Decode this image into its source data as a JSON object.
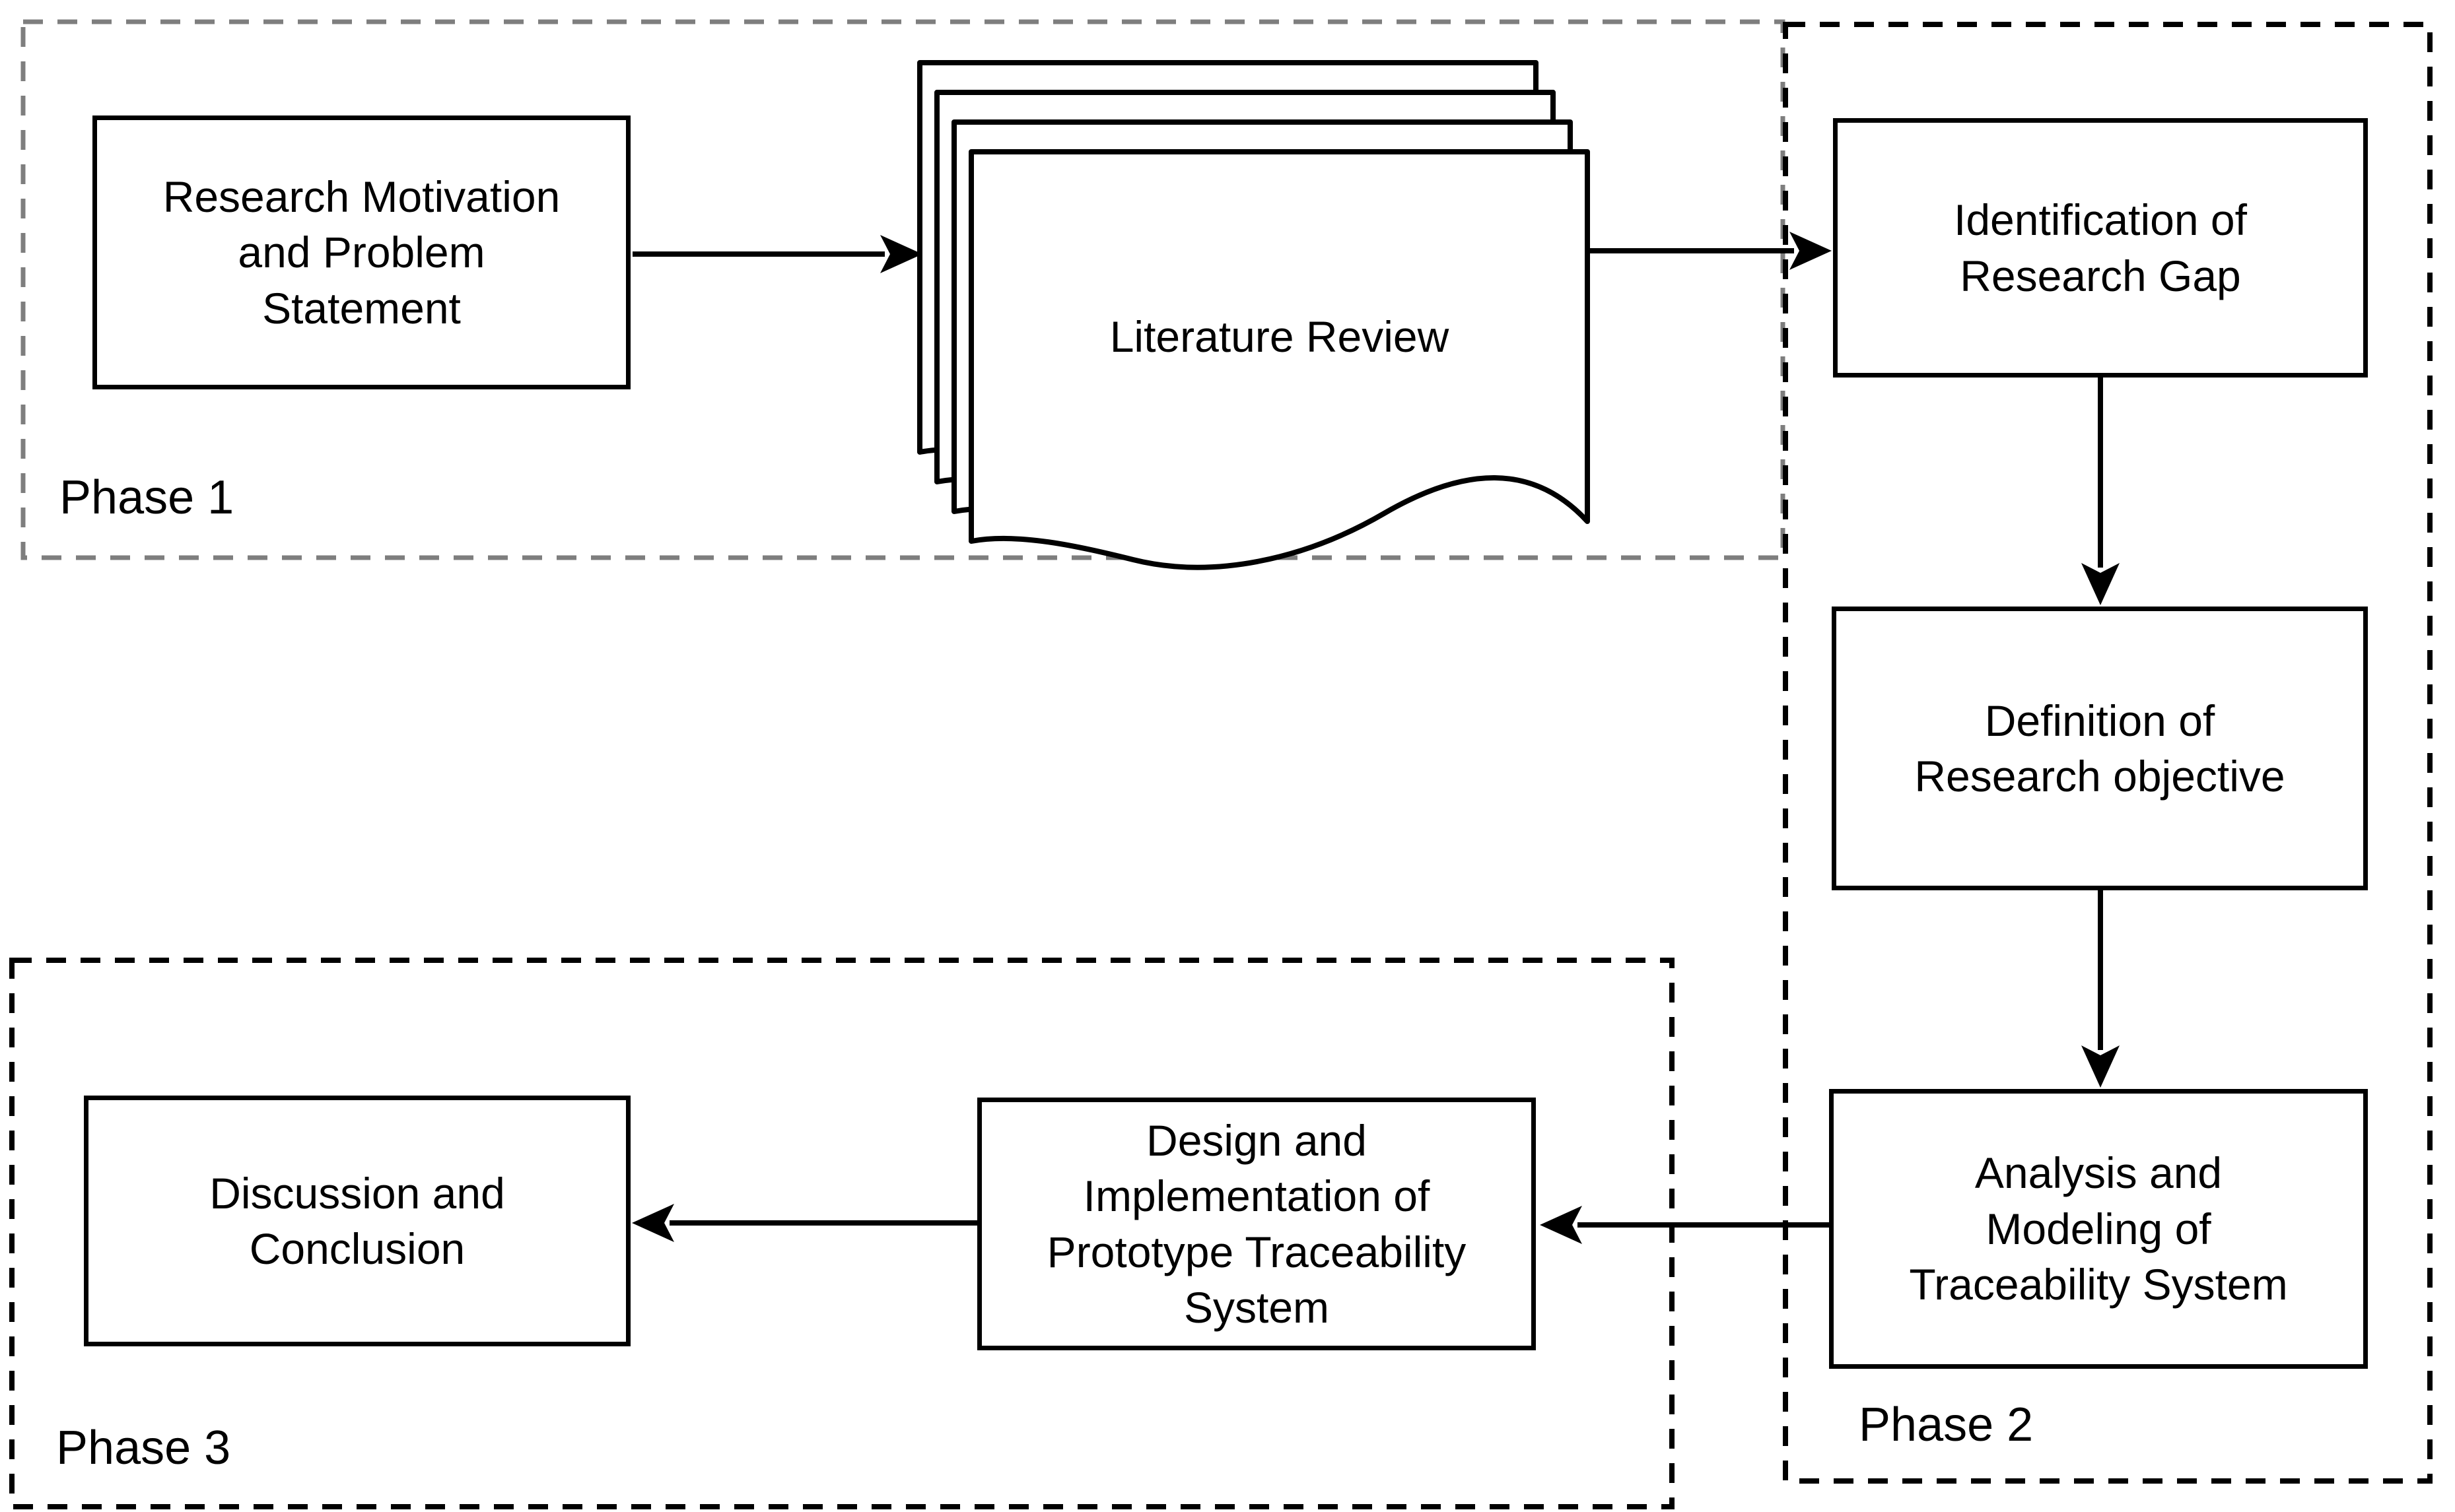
{
  "diagram": {
    "colors": {
      "background": "#ffffff",
      "node_stroke": "#000000",
      "text": "#000000",
      "phase1_border": "#7e7e7e",
      "phase23_border": "#000000"
    },
    "phases": [
      {
        "id": "phase1",
        "label": "Phase 1"
      },
      {
        "id": "phase2",
        "label": "Phase 2"
      },
      {
        "id": "phase3",
        "label": "Phase 3"
      }
    ],
    "nodes": {
      "research_motivation": {
        "label": [
          "Research Motivation",
          "and Problem",
          "Statement"
        ]
      },
      "literature_review": {
        "label": [
          "Literature Review"
        ]
      },
      "identification_gap": {
        "label": [
          "Identification of",
          "Research Gap"
        ]
      },
      "definition_objective": {
        "label": [
          "Definition of",
          "Research objective"
        ]
      },
      "analysis_modeling": {
        "label": [
          "Analysis and",
          "Modeling of",
          "Traceability System"
        ]
      },
      "design_implementation": {
        "label": [
          "Design and",
          "Implementation of",
          "Prototype Traceability",
          "System"
        ]
      },
      "discussion_conclusion": {
        "label": [
          "Discussion and",
          "Conclusion"
        ]
      }
    },
    "icons": {
      "literature_stack": "document-stack-icon"
    }
  }
}
